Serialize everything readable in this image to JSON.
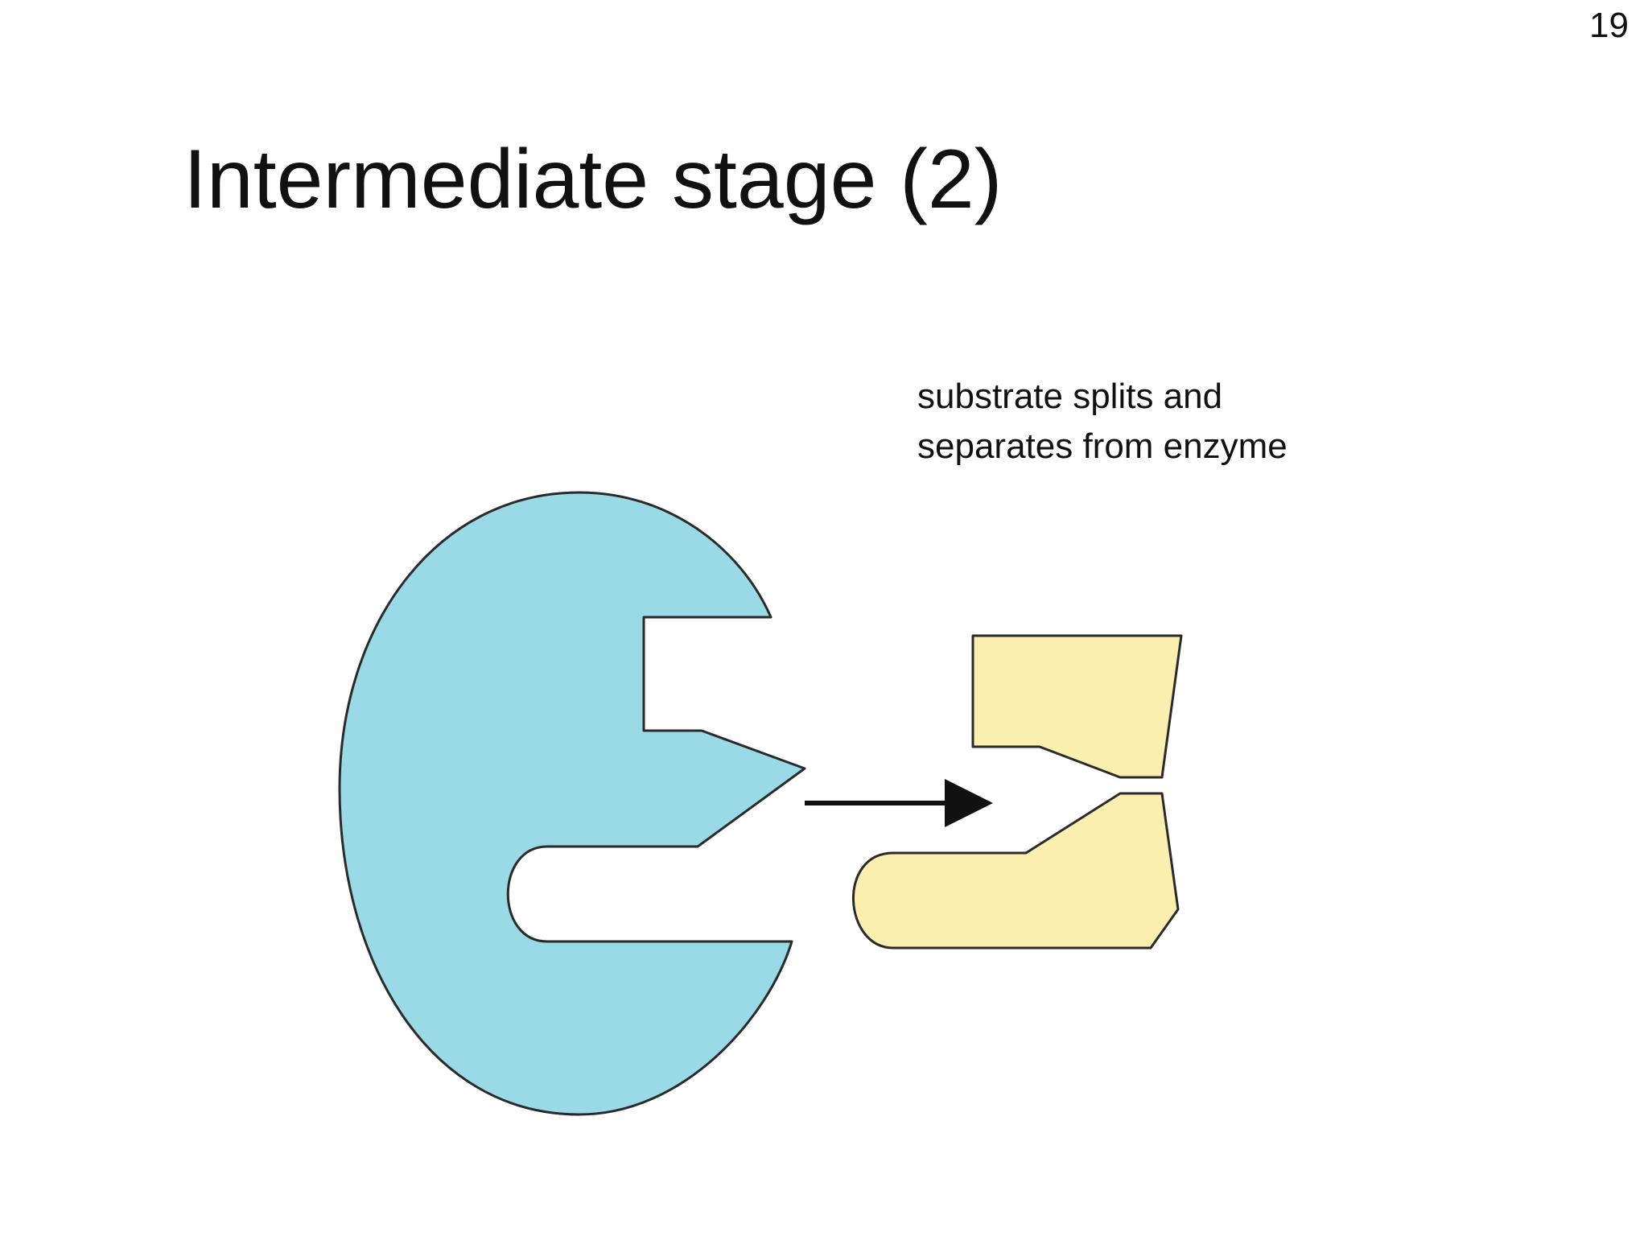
{
  "slide": {
    "number": "19",
    "title": "Intermediate stage (2)"
  },
  "caption": {
    "line1": "substrate splits and",
    "line2": "separates from enzyme"
  },
  "colors": {
    "enzyme_fill": "#9ad9e6",
    "substrate_fill": "#fbefb0",
    "outline": "#2a2a2a",
    "arrow": "#111111"
  },
  "icons": {
    "arrow": "right-arrow"
  }
}
